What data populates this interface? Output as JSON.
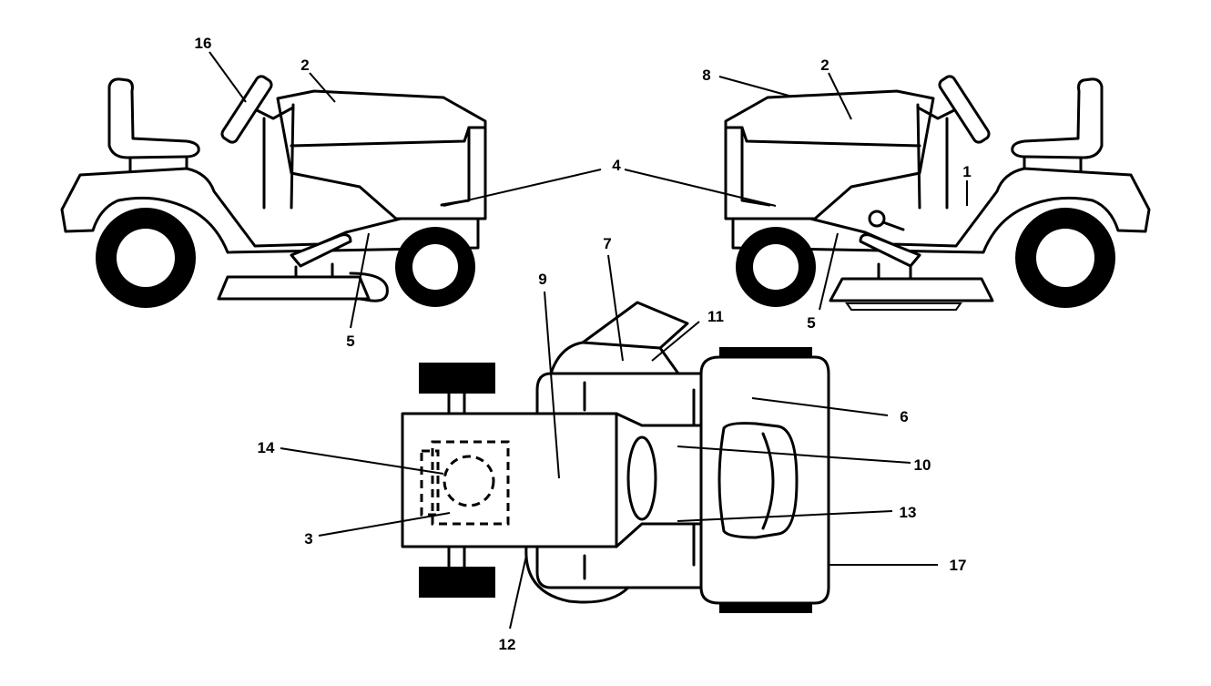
{
  "callouts": {
    "c1": "1",
    "c2a": "2",
    "c2b": "2",
    "c3": "3",
    "c4": "4",
    "c5a": "5",
    "c5b": "5",
    "c6": "6",
    "c7": "7",
    "c8": "8",
    "c9": "9",
    "c10": "10",
    "c11": "11",
    "c12": "12",
    "c13": "13",
    "c14": "14",
    "c16": "16",
    "c17": "17"
  }
}
